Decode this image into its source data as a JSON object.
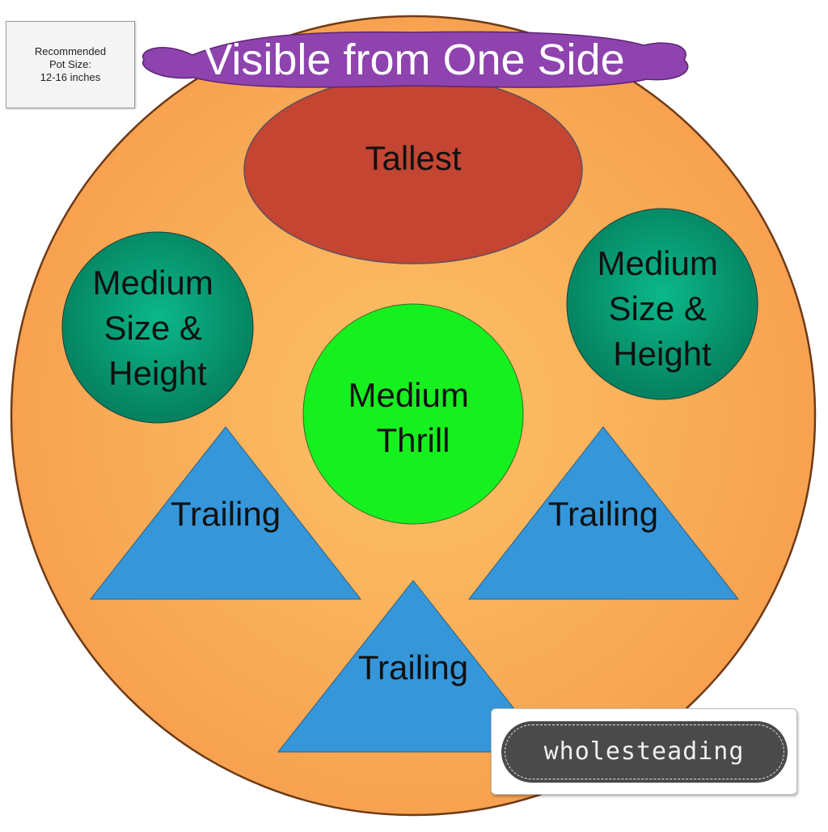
{
  "title": "Visible from One Side",
  "note": {
    "line1": "Recommended",
    "line2": "Pot Size:",
    "line3": "12-16 inches"
  },
  "zones": {
    "tallest": "Tallest",
    "medium_left": [
      "Medium",
      "Size &",
      "Height"
    ],
    "medium_right": [
      "Medium",
      "Size &",
      "Height"
    ],
    "thrill": [
      "Medium",
      "Thrill"
    ],
    "trailing_left": "Trailing",
    "trailing_right": "Trailing",
    "trailing_bottom": "Trailing"
  },
  "brand": "wholesteading",
  "colors": {
    "pot": "#f7a250",
    "pot_center": "#fcc266",
    "tallest": "#c44532",
    "medium": "#079673",
    "thrill": "#17f01f",
    "trailing": "#3597da",
    "title_banner": "#8e43ae"
  }
}
